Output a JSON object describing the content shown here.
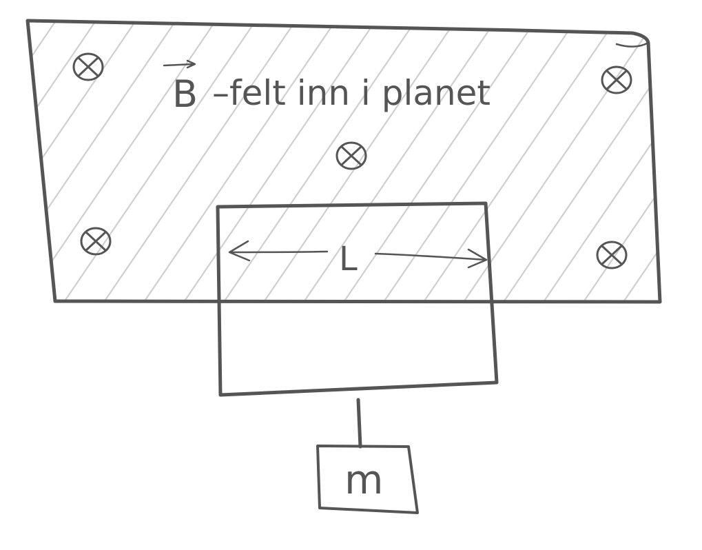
{
  "field_region": {
    "label_symbol": "B",
    "label_text": "–felt inn i planet",
    "field_direction": "into-page",
    "field_symbol_count": 5
  },
  "loop": {
    "length_label": "L"
  },
  "mass": {
    "label": "m"
  },
  "colors": {
    "ink": "#555555",
    "hatch": "#cfcfcf",
    "background": "#ffffff"
  }
}
